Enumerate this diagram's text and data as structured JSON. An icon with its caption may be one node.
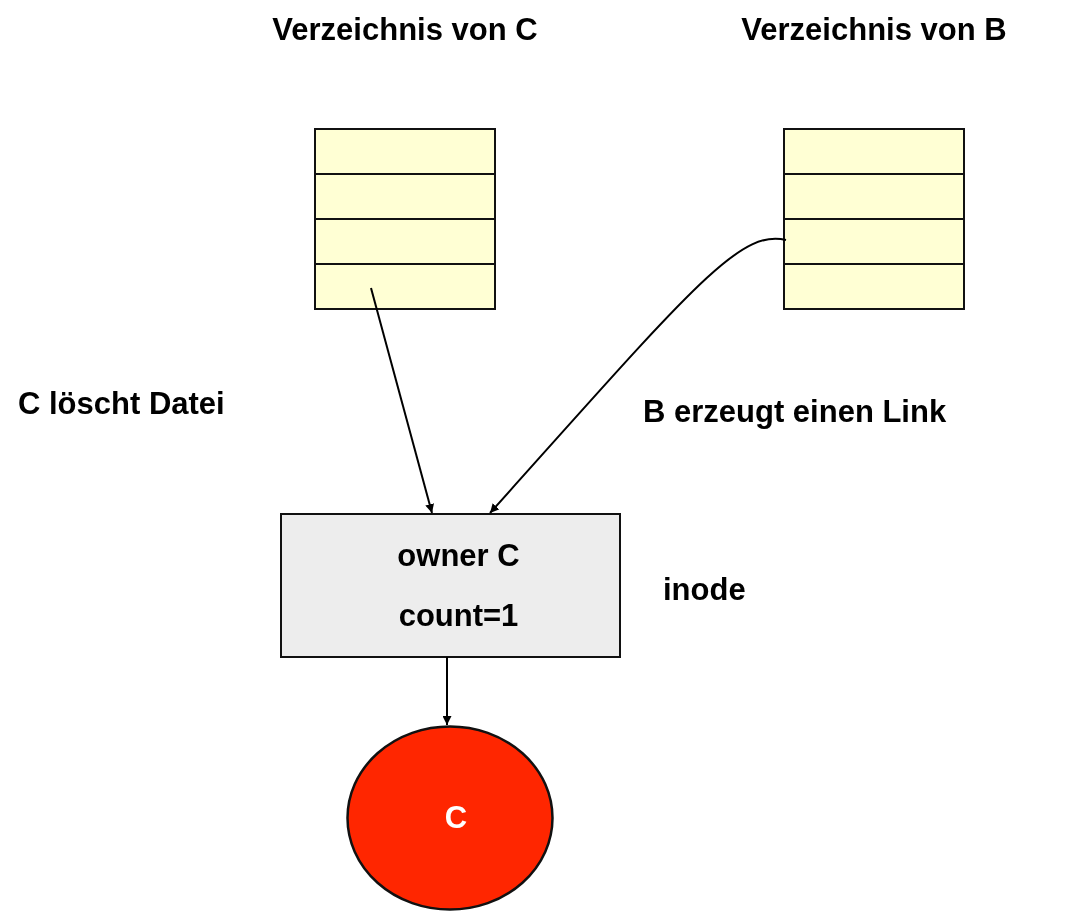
{
  "diagram": {
    "nodes": [
      {
        "text": [
          "Verzeichnis von C"
        ]
      },
      {
        "text": [],
        "shape": "box",
        "in": 0
      },
      {
        "text": [],
        "shape": "box",
        "in": 0
      },
      {
        "text": [],
        "shape": "box",
        "in": 0
      },
      {
        "text": [],
        "shape": "box",
        "in": 0
      },
      {
        "text": [
          "Verzeichnis von B"
        ]
      },
      {
        "text": [],
        "shape": "box",
        "in": 5
      },
      {
        "text": [],
        "shape": "box",
        "in": 5
      },
      {
        "text": [],
        "shape": "box",
        "in": 5
      },
      {
        "text": [],
        "shape": "box",
        "in": 5
      },
      {
        "text": [
          "owner C",
          "count=1"
        ],
        "beside": [
          "inode"
        ]
      },
      {
        "text": [
          "C"
        ]
      }
    ],
    "edges": [
      {
        "from": 4,
        "to": 10,
        "arrow": "to"
      },
      {
        "from": 8,
        "to": 10,
        "arrow": "to"
      },
      {
        "from": 10,
        "to": 11,
        "arrow": "to"
      }
    ],
    "labels": [
      "C löscht Datei",
      "B erzeugt einen Link"
    ]
  }
}
